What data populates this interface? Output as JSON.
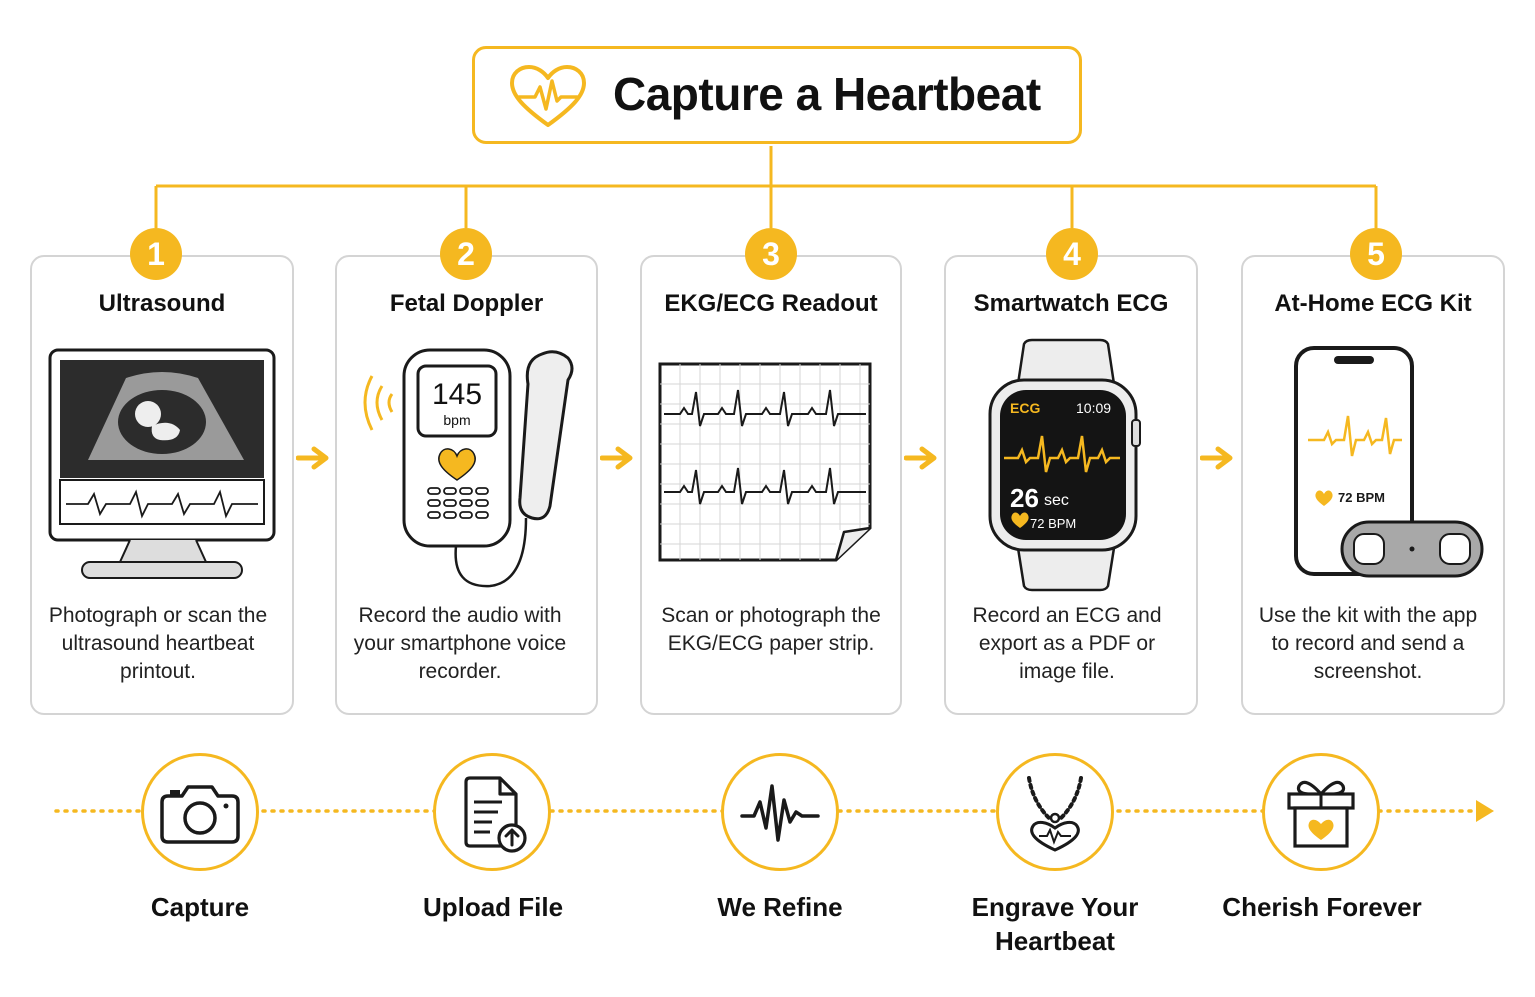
{
  "title": "Capture a Heartbeat",
  "colors": {
    "accent": "#f5b820",
    "ink": "#1a1a1a",
    "card_border": "#d4d4d4"
  },
  "steps": [
    {
      "number": "1",
      "title": "Ultrasound",
      "description": "Photograph or scan the ultrasound heartbeat printout.",
      "icon": "ultrasound-monitor-icon"
    },
    {
      "number": "2",
      "title": "Fetal Doppler",
      "description": "Record the audio with your smartphone voice recorder.",
      "icon": "fetal-doppler-icon",
      "display_value": "145",
      "display_unit": "bpm"
    },
    {
      "number": "3",
      "title": "EKG/ECG Readout",
      "description": "Scan or photograph the EKG/ECG paper strip.",
      "icon": "ecg-paper-strip-icon"
    },
    {
      "number": "4",
      "title": "Smartwatch ECG",
      "description": "Record an ECG and export as a PDF or image file.",
      "icon": "smartwatch-icon",
      "screen_label": "ECG",
      "time": "10:09",
      "duration_value": "26",
      "duration_unit": "sec",
      "bpm": "72 BPM"
    },
    {
      "number": "5",
      "title": "At-Home ECG Kit",
      "description": "Use the kit with the app to record and send a screenshot.",
      "icon": "phone-ecg-kit-icon",
      "bpm": "72 BPM"
    }
  ],
  "process": [
    {
      "label": "Capture",
      "icon": "camera-icon"
    },
    {
      "label": "Upload File",
      "icon": "upload-file-icon"
    },
    {
      "label": "We Refine",
      "icon": "waveform-icon"
    },
    {
      "label": "Engrave Your Heartbeat",
      "icon": "pendant-icon"
    },
    {
      "label": "Cherish Forever",
      "icon": "gift-icon"
    }
  ]
}
